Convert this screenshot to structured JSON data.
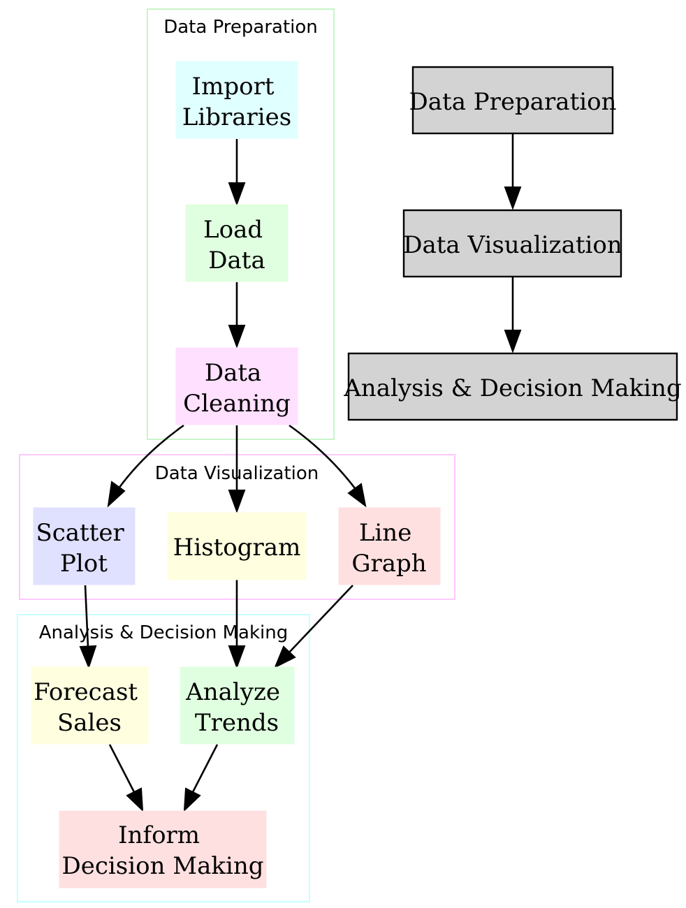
{
  "clusters": {
    "prep": "Data Preparation",
    "viz": "Data Visualization",
    "analysis": "Analysis & Decision Making"
  },
  "nodes": {
    "import": [
      "Import",
      "Libraries"
    ],
    "load": [
      "Load",
      "Data"
    ],
    "cleaning": [
      "Data",
      "Cleaning"
    ],
    "scatter": [
      "Scatter",
      "Plot"
    ],
    "histogram": [
      "Histogram"
    ],
    "line": [
      "Line",
      "Graph"
    ],
    "forecast": [
      "Forecast",
      "Sales"
    ],
    "trends": [
      "Analyze",
      "Trends"
    ],
    "inform": [
      "Inform",
      "Decision Making"
    ]
  },
  "summary": {
    "prep": "Data Preparation",
    "viz": "Data Visualization",
    "analysis": "Analysis & Decision Making"
  },
  "colors": {
    "cyan": "#e0ffff",
    "green": "#e0ffe0",
    "pink": "#ffe0ff",
    "blue": "#e0e0ff",
    "yellow": "#ffffe0",
    "rose": "#ffe0e0",
    "gray": "#d3d3d3"
  }
}
